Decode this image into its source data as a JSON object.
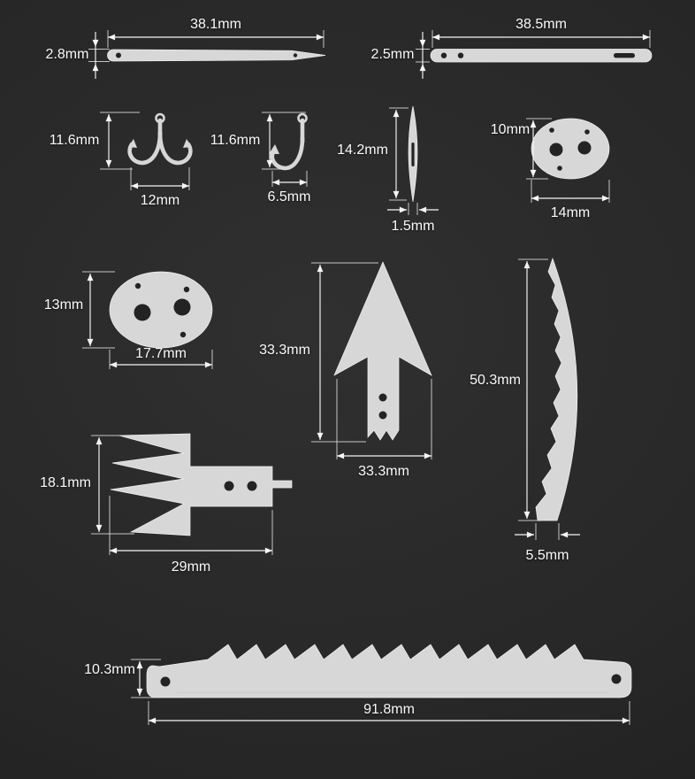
{
  "colors": {
    "background": "#262626",
    "metal": "#d7d7d7",
    "dimension_lines": "#f5f5f5",
    "label_text": "#fafafa"
  },
  "items": [
    {
      "name": "needle-pin",
      "width": "38.1mm",
      "height": "2.8mm"
    },
    {
      "name": "flat-blade-bar",
      "width": "38.5mm",
      "height": "2.5mm"
    },
    {
      "name": "double-fish-hook",
      "width": "12mm",
      "height": "11.6mm"
    },
    {
      "name": "single-fish-hook",
      "width": "6.5mm",
      "height": "11.6mm"
    },
    {
      "name": "awl-needle",
      "width": "1.5mm",
      "height": "14.2mm"
    },
    {
      "name": "small-oval-plate",
      "width": "14mm",
      "height": "10mm"
    },
    {
      "name": "large-oval-plate",
      "width": "17.7mm",
      "height": "13mm"
    },
    {
      "name": "arrowhead",
      "width": "33.3mm",
      "height": "33.3mm"
    },
    {
      "name": "curved-saw-blade",
      "width": "5.5mm",
      "height": "50.3mm"
    },
    {
      "name": "fork-fish-spear",
      "width": "29mm",
      "height": "18.1mm"
    },
    {
      "name": "long-saw-blade",
      "width": "91.8mm",
      "height": "10.3mm"
    }
  ]
}
